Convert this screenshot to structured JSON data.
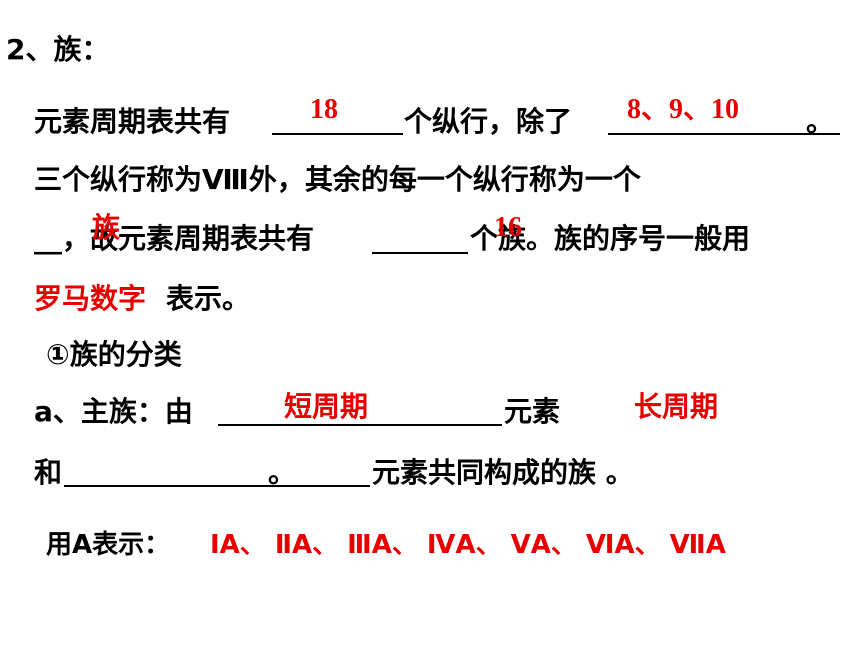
{
  "section_title": "2、族：",
  "line1": {
    "part1": "元素周期表共有",
    "part2": "个纵行，除了",
    "end": "。",
    "ans_columns": "18",
    "ans_except": "8、9、10"
  },
  "line2": {
    "text": "三个纵行称为Ⅷ外，其余的每一个纵行称为一个"
  },
  "line3": {
    "blank": "__",
    "part1": "，故元素周期表共有",
    "part2": "个族。族的序号一般用",
    "ans_group": "族",
    "ans_count": "16"
  },
  "line4": {
    "ans_roman": "罗马数字",
    "text": "表示。"
  },
  "classify_heading": "①族的分类",
  "line6": {
    "part1": "a、主族：由",
    "part2": "元素",
    "ans_short": "短周期",
    "ans_long": "长周期"
  },
  "line7": {
    "part1": "和",
    "dot": "。",
    "part2": "元素共同构成的族 。"
  },
  "line8": {
    "label": "用A表示：",
    "answer": "ⅠA、 ⅡA、 ⅢA、 ⅣA、 ⅤA、 ⅥA、 ⅦA"
  },
  "colors": {
    "text": "#000000",
    "answer": "#e60000"
  }
}
